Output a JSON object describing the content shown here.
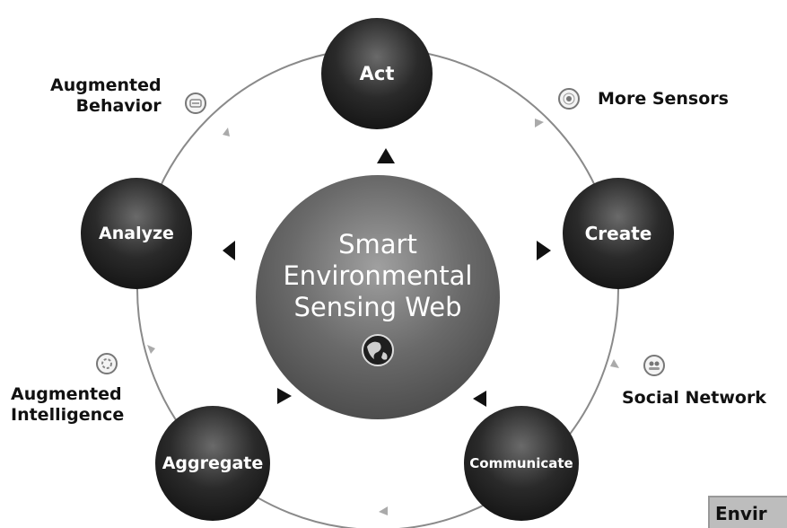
{
  "center": {
    "lines": [
      "Smart",
      "Environmental",
      "Sensing Web"
    ],
    "icon": "globe-icon"
  },
  "nodes": {
    "act": "Act",
    "create": "Create",
    "communicate": "Communicate",
    "aggregate": "Aggregate",
    "analyze": "Analyze"
  },
  "outer_labels": {
    "more_sensors": "More Sensors",
    "social_network": "Social Network",
    "augmented_intelligence": [
      "Augmented",
      "Intelligence"
    ],
    "augmented_behavior": [
      "Augmented",
      "Behavior"
    ]
  },
  "icons": {
    "more_sensors": "sensor-icon",
    "social_network": "people-icon",
    "augmented_intelligence": "brain-icon",
    "augmented_behavior": "chat-icon"
  },
  "corner_tab": "Envir",
  "colors": {
    "node_dark": "#1a1a1a",
    "center_gray": "#6a6a6a",
    "ring": "#888888"
  }
}
